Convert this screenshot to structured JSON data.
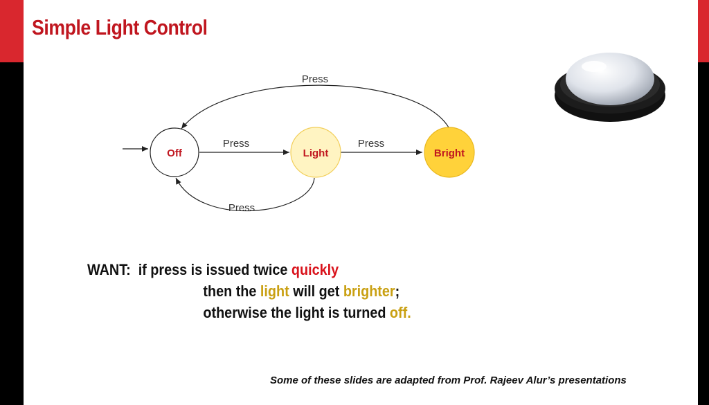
{
  "slide": {
    "title": "Simple Light Control",
    "footer": "Some of these slides are adapted from Prof. Rajeev Alur’s presentations"
  },
  "diagram": {
    "states": [
      {
        "id": "off",
        "label": "Off",
        "color": "#c0161f"
      },
      {
        "id": "light",
        "label": "Light",
        "color": "#c0161f"
      },
      {
        "id": "bright",
        "label": "Bright",
        "color": "#c0161f"
      }
    ],
    "transitions": {
      "off_to_light": "Press",
      "light_to_bright": "Press",
      "light_to_off": "Press",
      "bright_to_off": "Press"
    },
    "colors": {
      "light_fill": "#fff4c2",
      "light_stroke": "#f2cf5b",
      "bright_fill": "#ffd23a",
      "bright_stroke": "#e9b820"
    }
  },
  "want": {
    "prefix": "WANT:",
    "line1_text": "  if press is issued twice ",
    "line1_highlight": "quickly",
    "line2_a": "then the ",
    "line2_light": "light",
    "line2_b": " will get ",
    "line2_brighter": "brighter",
    "line2_c": ";",
    "line3_a": "otherwise the light is turned ",
    "line3_off": "off."
  },
  "image": {
    "icon": "push-light-icon"
  }
}
